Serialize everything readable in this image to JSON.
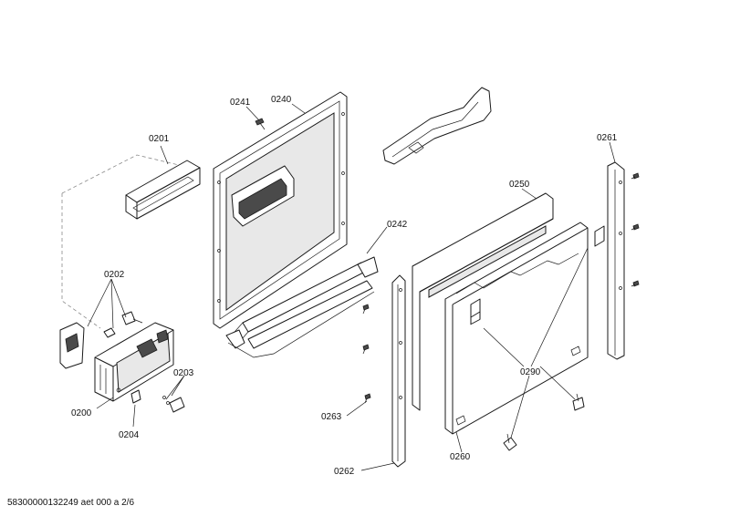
{
  "labels": {
    "p0241": "0241",
    "p0240": "0240",
    "p0201": "0201",
    "p0261": "0261",
    "p0250": "0250",
    "p0242": "0242",
    "p0202": "0202",
    "p0290": "0290",
    "p0203": "0203",
    "p0200": "0200",
    "p0263": "0263",
    "p0204": "0204",
    "p0260": "0260",
    "p0262": "0262"
  },
  "footer": {
    "document_id": "58300000132249 aet 000 a 2/6"
  }
}
